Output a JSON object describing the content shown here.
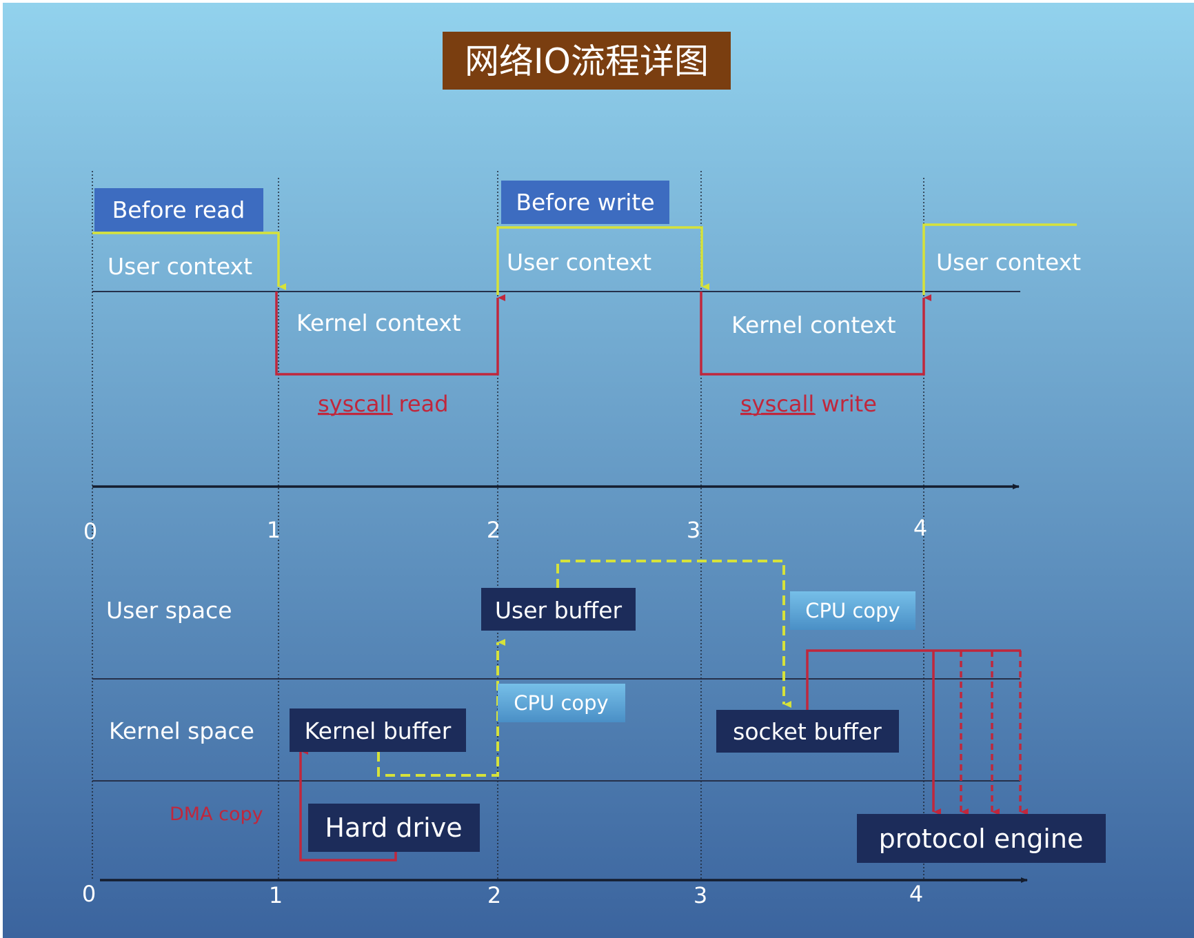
{
  "title": "网络IO流程详图",
  "upper": {
    "before_read": "Before read",
    "before_write": "Before write",
    "user_context": "User context",
    "kernel_context": "Kernel context",
    "syscall_read": {
      "prefix": "syscall",
      "suffix": " read"
    },
    "syscall_write": {
      "prefix": "syscall",
      "suffix": " write"
    }
  },
  "time_ticks": [
    "0",
    "1",
    "2",
    "3",
    "4"
  ],
  "lower": {
    "user_space": "User space",
    "kernel_space": "Kernel space",
    "user_buffer": "User buffer",
    "kernel_buffer": "Kernel buffer",
    "socket_buffer": "socket buffer",
    "hard_drive": "Hard drive",
    "protocol_engine": "protocol engine",
    "cpu_copy": "CPU copy",
    "dma_copy": "DMA copy"
  },
  "colors": {
    "title_bg": "#7a3e10",
    "label_bg": "#3d6cc0",
    "box_bg": "#1c2c5a",
    "cpu_box": "#5aa6d6",
    "yellow": "#d6e23a",
    "red": "#c0273c"
  }
}
